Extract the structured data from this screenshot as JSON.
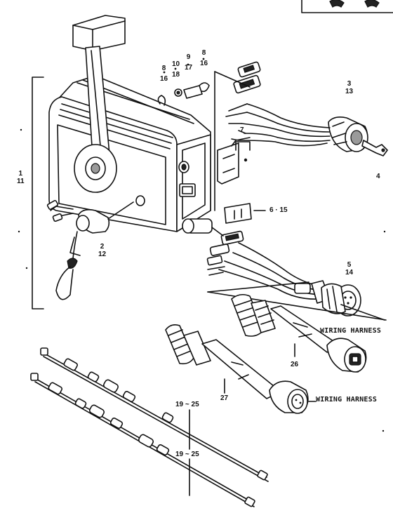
{
  "callouts": {
    "c1_11": [
      "1",
      "11"
    ],
    "c2_12": [
      "2",
      "12"
    ],
    "c3_13": [
      "3",
      "13"
    ],
    "c4": "4",
    "c5_14": [
      "5",
      "14"
    ],
    "c6_15": "6 · 15",
    "c7": "7",
    "c8_16a": [
      "8",
      "16"
    ],
    "c10_18": [
      "10",
      "18"
    ],
    "c9_17": [
      "9",
      "17"
    ],
    "c8_16b": [
      "8",
      "16"
    ],
    "c26": "26",
    "c27": "27",
    "c19_25_top": "19 ~ 25",
    "c19_25_bottom": "19 ~ 25"
  },
  "text_labels": {
    "wiring_harness_1": "WIRING HARNESS",
    "wiring_harness_2": "WIRING HARNESS"
  },
  "colors": {
    "ink": "#111111",
    "paper": "#ffffff",
    "shade": "#9a9a9a"
  }
}
